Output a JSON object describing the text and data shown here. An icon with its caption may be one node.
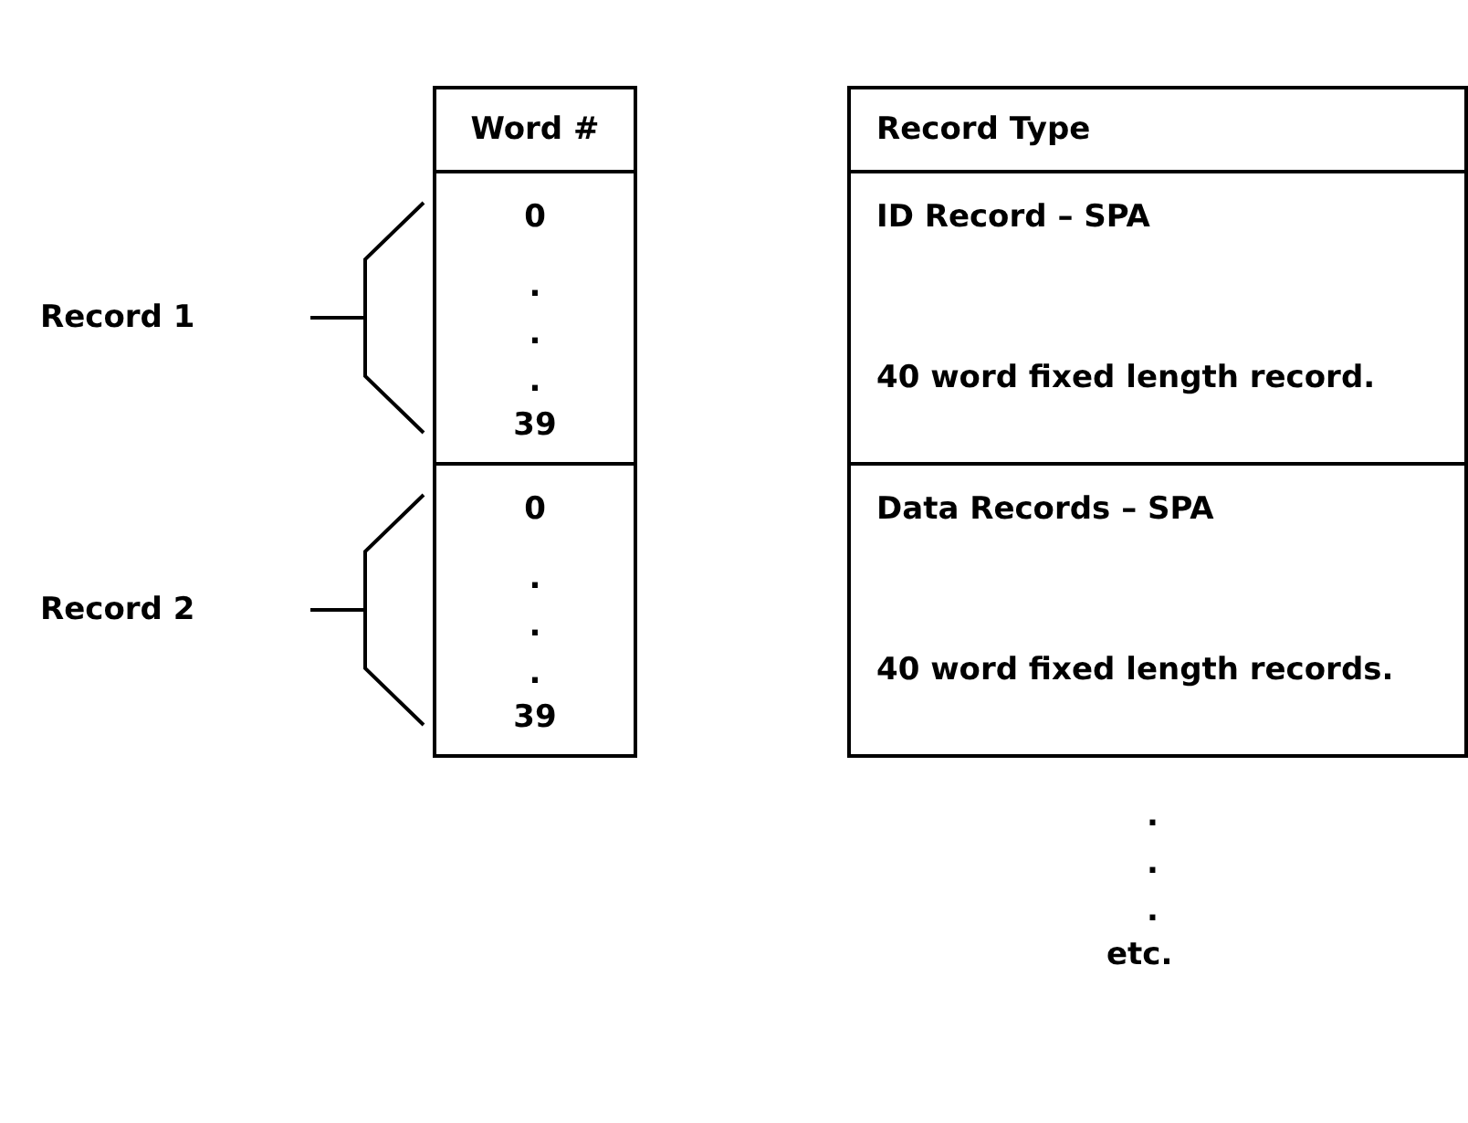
{
  "diagram": {
    "nodes": [
      {
        "text": [
          "Word #"
        ]
      },
      {
        "text": [
          "0",
          ".",
          ".",
          ".",
          "39"
        ]
      },
      {
        "text": [
          "0",
          ".",
          ".",
          ".",
          "39"
        ]
      },
      {
        "text": [
          "Record Type"
        ]
      },
      {
        "text": [
          "ID Record – SPA",
          "40 word fixed length record."
        ]
      },
      {
        "text": [
          "Data Records – SPA",
          "40 word fixed length records."
        ]
      }
    ],
    "edges": [],
    "labels": [
      "Record 1",
      "Record 2",
      ".",
      ".",
      ".",
      "etc."
    ]
  }
}
